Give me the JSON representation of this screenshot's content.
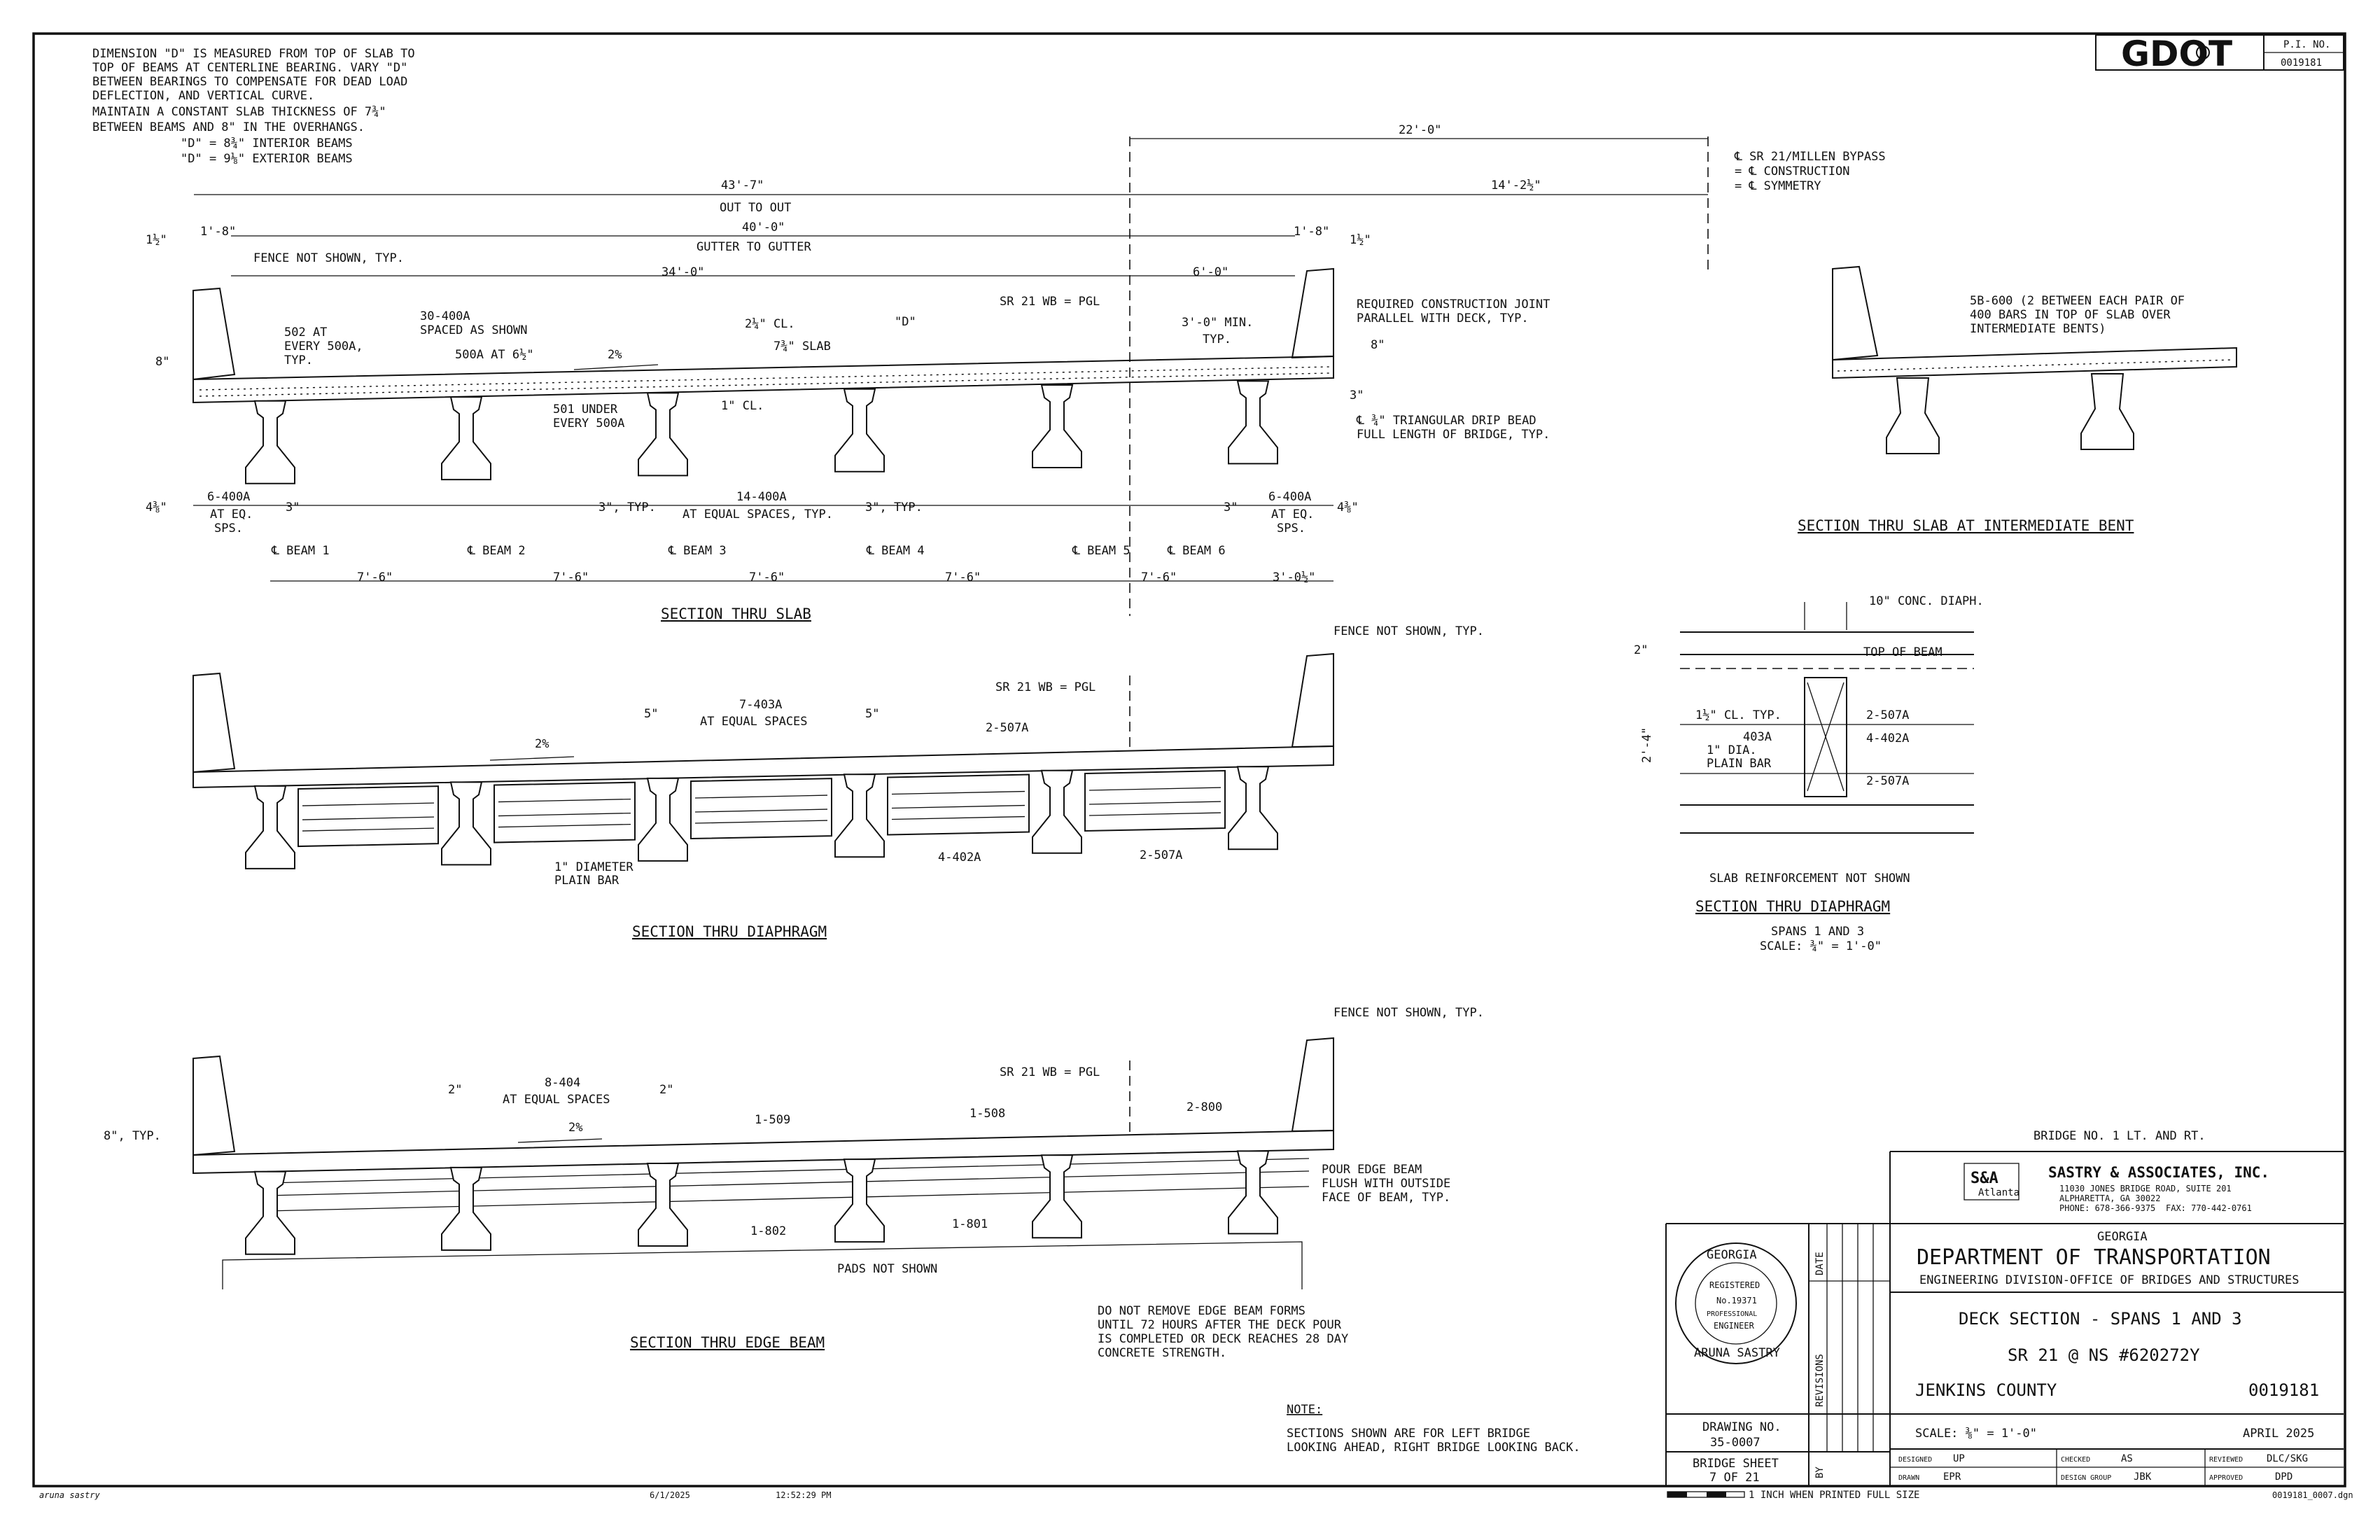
{
  "header": {
    "logo_text": "GDOT",
    "pi_label": "P.I. NO.",
    "pi_number": "0019181"
  },
  "slab_section": {
    "notes": [
      "DIMENSION \"D\" IS MEASURED FROM TOP OF SLAB TO",
      "TOP OF BEAMS AT CENTERLINE BEARING. VARY \"D\"",
      "BETWEEN BEARINGS TO COMPENSATE FOR DEAD LOAD",
      "DEFLECTION, AND VERTICAL CURVE.",
      "MAINTAIN A CONSTANT SLAB THICKNESS OF 7¾\"",
      "BETWEEN BEAMS AND 8\" IN THE OVERHANGS."
    ],
    "d_interior": "\"D\" = 8¾\" INTERIOR BEAMS",
    "d_exterior": "\"D\" = 9⅛\" EXTERIOR BEAMS",
    "dim_22": "22'-0\"",
    "dim_43": "43'-7\"",
    "out_to_out": "OUT TO OUT",
    "dim_40": "40'-0\"",
    "gutter_to_gutter": "GUTTER TO GUTTER",
    "dim_14": "14'-2½\"",
    "dim_1_5": "1½\"",
    "dim_1_8": "1'-8\"",
    "fence_note": "FENCE NOT SHOWN, TYP.",
    "dim_34": "34'-0\"",
    "dim_6": "6'-0\"",
    "pgl": "SR 21 WB = PGL",
    "dim_3_min": "3'-0\" MIN.",
    "typ": "TYP.",
    "req_joint_1": "REQUIRED CONSTRUCTION JOINT",
    "req_joint_2": "PARALLEL WITH DECK, TYP.",
    "bar_502_1": "502 AT",
    "bar_502_2": "EVERY 500A,",
    "bar_502_3": "TYP.",
    "bar_30_1": "30-400A",
    "bar_30_2": "SPACED AS SHOWN",
    "bar_500a": "500A AT 6½\"",
    "slope": "2%",
    "cl_225": "2¼\" CL.",
    "slab_775": "7¾\" SLAB",
    "d_label": "\"D\"",
    "dim_8": "8\"",
    "cl_1": "1\" CL.",
    "dim_3": "3\"",
    "bar_501_1": "501 UNDER",
    "bar_501_2": "EVERY 500A",
    "drip_1": "℄ ¾\" TRIANGULAR DRIP BEAD",
    "drip_2": "FULL LENGTH OF BRIDGE, TYP.",
    "dim_4375": "4⅜\"",
    "bar_6_400a": "6-400A",
    "at_eq": "AT EQ.",
    "sps": "SPS.",
    "dim_3_typ": "3\", TYP.",
    "bar_14_400a": "14-400A",
    "at_equal_spaces_typ": "AT EQUAL SPACES, TYP.",
    "beam1": "℄ BEAM 1",
    "beam2": "℄ BEAM 2",
    "beam3": "℄ BEAM 3",
    "beam4": "℄ BEAM 4",
    "beam5": "℄ BEAM 5",
    "beam6": "℄ BEAM 6",
    "dim_7_6": "7'-6\"",
    "dim_3_05": "3'-0½\"",
    "title": "SECTION THRU SLAB"
  },
  "cl_labels": {
    "line1": "℄ SR 21/MILLEN BYPASS",
    "line2": "= ℄ CONSTRUCTION",
    "line3": "= ℄ SYMMETRY"
  },
  "intermediate_bent": {
    "note_1": "5B-600 (2 BETWEEN EACH PAIR OF",
    "note_2": "400 BARS IN TOP OF SLAB OVER",
    "note_3": "INTERMEDIATE BENTS)",
    "title": "SECTION THRU SLAB AT INTERMEDIATE BENT"
  },
  "diaphragm_detail": {
    "conc_diaph": "10\" CONC. DIAPH.",
    "dim_2": "2\"",
    "top_of_beam": "TOP OF BEAM",
    "cl_typ": "1½\" CL. TYP.",
    "bar_403a": "403A",
    "dia_1": "1\" DIA.",
    "plain_bar": "PLAIN BAR",
    "bar_2_507a": "2-507A",
    "bar_4_402a": "4-402A",
    "dim_2_4": "2'-4\"",
    "slab_note": "SLAB REINFORCEMENT NOT SHOWN",
    "title": "SECTION THRU DIAPHRAGM",
    "spans": "SPANS 1 AND 3",
    "scale": "SCALE: ¾\" = 1'-0\""
  },
  "diaphragm_section": {
    "fence_note": "FENCE NOT SHOWN, TYP.",
    "pgl": "SR 21 WB = PGL",
    "dim_5": "5\"",
    "bar_7_403a": "7-403A",
    "at_equal_spaces": "AT EQUAL SPACES",
    "bar_2_507a": "2-507A",
    "slope": "2%",
    "diameter_1": "1\" DIAMETER",
    "plain_bar": "PLAIN BAR",
    "bar_4_402a": "4-402A",
    "title": "SECTION THRU DIAPHRAGM"
  },
  "edge_beam": {
    "fence_note": "FENCE NOT SHOWN, TYP.",
    "pgl": "SR 21 WB = PGL",
    "bar_8_404": "8-404",
    "dim_2": "2\"",
    "at_equal_spaces": "AT EQUAL SPACES",
    "dim_8_typ": "8\", TYP.",
    "slope": "2%",
    "bar_1_509": "1-509",
    "bar_1_508": "1-508",
    "bar_2_800": "2-800",
    "pour_1": "POUR EDGE BEAM",
    "pour_2": "FLUSH WITH OUTSIDE",
    "pour_3": "FACE OF BEAM, TYP.",
    "bar_1_802": "1-802",
    "bar_1_801": "1-801",
    "pads": "PADS NOT SHOWN",
    "title": "SECTION THRU EDGE BEAM",
    "note_1": "DO NOT REMOVE EDGE BEAM FORMS",
    "note_2": "UNTIL 72 HOURS AFTER THE DECK POUR",
    "note_3": "IS COMPLETED OR DECK REACHES 28 DAY",
    "note_4": "CONCRETE STRENGTH."
  },
  "general_note": {
    "label": "NOTE:",
    "line1": "SECTIONS SHOWN ARE FOR LEFT BRIDGE",
    "line2": "LOOKING AHEAD, RIGHT BRIDGE LOOKING BACK."
  },
  "title_block": {
    "bridge_no": "BRIDGE NO. 1 LT. AND RT.",
    "firm_logo": "S&A",
    "firm_logo_sub": "Atlanta",
    "firm_name": "SASTRY & ASSOCIATES, INC.",
    "firm_addr1": "11030 JONES BRIDGE ROAD, SUITE 201",
    "firm_addr2": "ALPHARETTA, GA 30022",
    "firm_phone": "PHONE: 678-366-9375",
    "firm_fax": "FAX: 770-442-0761",
    "state": "GEORGIA",
    "dept": "DEPARTMENT OF TRANSPORTATION",
    "division": "ENGINEERING DIVISION-OFFICE OF BRIDGES AND STRUCTURES",
    "sheet_title": "DECK SECTION - SPANS 1 AND 3",
    "project": "SR 21 @ NS #620272Y",
    "county": "JENKINS COUNTY",
    "project_no": "0019181",
    "scale": "SCALE: ⅜\" = 1'-0\"",
    "date": "APRIL 2025",
    "drawing_no_label": "DRAWING NO.",
    "drawing_no": "35-0007",
    "sheet_label": "BRIDGE SHEET",
    "sheet_no": "7 OF 21",
    "date_label": "DATE",
    "revisions_label": "REVISIONS",
    "by_label": "BY",
    "designed_label": "DESIGNED",
    "designed": "UP",
    "checked_label": "CHECKED",
    "checked": "AS",
    "reviewed_label": "REVIEWED",
    "reviewed": "DLC/SKG",
    "drawn_label": "DRAWN",
    "drawn": "EPR",
    "design_group_label": "DESIGN GROUP",
    "design_group": "JBK",
    "approved_label": "APPROVED",
    "approved": "DPD",
    "seal_top": "GEORGIA",
    "seal_reg": "REGISTERED",
    "seal_no": "No.19371",
    "seal_prof": "PROFESSIONAL",
    "seal_eng": "ENGINEER",
    "seal_name": "ARUNA SASTRY",
    "scale_bar_note": "1 INCH WHEN PRINTED FULL SIZE",
    "file_name": "0019181_0007.dgn"
  },
  "footer": {
    "user": "aruna sastry",
    "date": "6/1/2025",
    "time": "12:52:29 PM"
  }
}
